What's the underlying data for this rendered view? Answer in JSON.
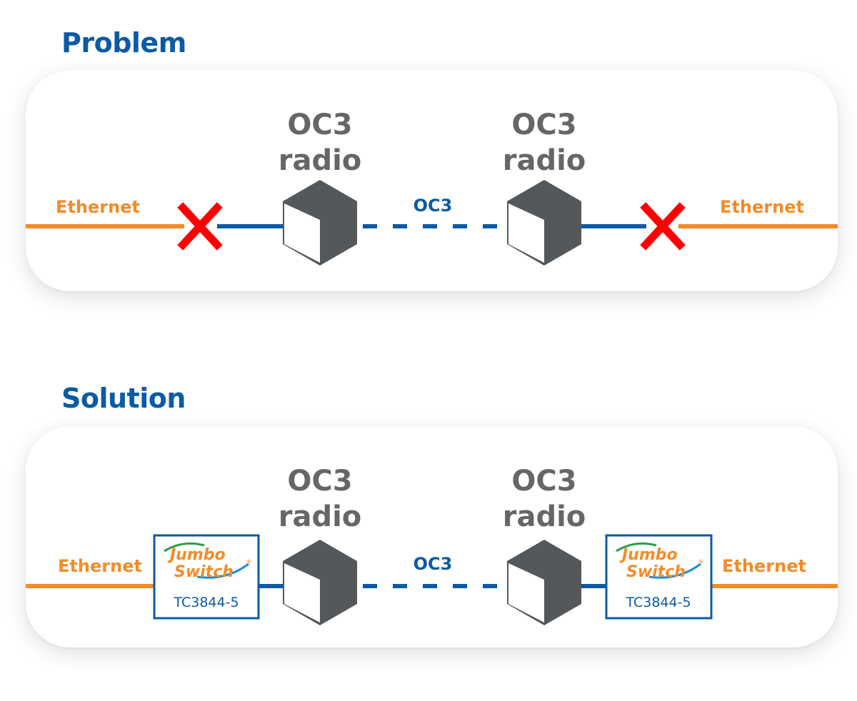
{
  "problem": {
    "title": "Problem",
    "radio_left": {
      "line1": "OC3",
      "line2": "radio"
    },
    "radio_right": {
      "line1": "OC3",
      "line2": "radio"
    },
    "ethernet_left": "Ethernet",
    "ethernet_right": "Ethernet",
    "link_label": "OC3"
  },
  "solution": {
    "title": "Solution",
    "radio_left": {
      "line1": "OC3",
      "line2": "radio"
    },
    "radio_right": {
      "line1": "OC3",
      "line2": "radio"
    },
    "ethernet_left": "Ethernet",
    "ethernet_right": "Ethernet",
    "link_label": "OC3",
    "switch_left": {
      "brand_line1": "Jumbo",
      "brand_line2": "Switch",
      "registered": "®",
      "model": "TC3844-5"
    },
    "switch_right": {
      "brand_line1": "Jumbo",
      "brand_line2": "Switch",
      "registered": "®",
      "model": "TC3844-5"
    }
  },
  "colors": {
    "title": "#0b5aa5",
    "ethernet_line": "#f28c28",
    "oc3_line": "#0b5aa5",
    "radio_cube": "#55585b",
    "error_mark": "#ff0000"
  },
  "icons": {
    "radio": "cube-icon",
    "failure": "red-x-icon",
    "switch_logo": "jumbo-switch-logo"
  }
}
